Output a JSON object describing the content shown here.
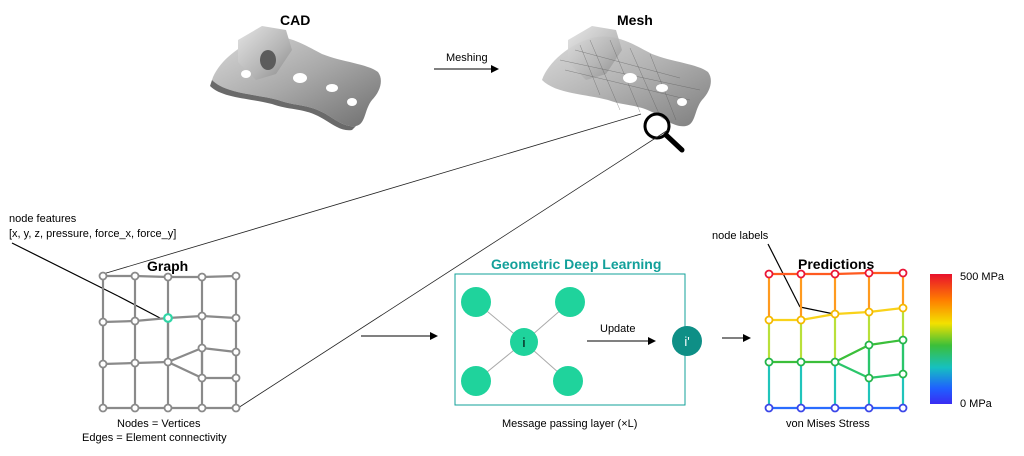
{
  "labels": {
    "cad": "CAD",
    "mesh": "Mesh",
    "meshing": "Meshing",
    "node_features_title": "node features",
    "node_features_list": "[x, y, z, pressure, force_x, force_y]",
    "graph": "Graph",
    "nodes_eq": "Nodes = Vertices",
    "edges_eq": "Edges = Element connectivity",
    "gdl_title": "Geometric Deep Learning",
    "node_i": "i",
    "update": "Update",
    "node_i_prime": "i'",
    "message_passing": "Message passing layer (×L)",
    "node_labels": "node labels",
    "predictions": "Predictions",
    "von_mises": "von Mises Stress",
    "scale_max": "500 MPa",
    "scale_min": "0 MPa"
  },
  "colors": {
    "graph_gray": "#8a8a8a",
    "highlight_node": "#2fd6a6",
    "gdl_teal": "#12a09a",
    "gdl_node": "#1fd39c",
    "gdl_node_dark": "#0e8f86",
    "scale": [
      "#e8112d",
      "#ff7d00",
      "#f3e100",
      "#3bbf3a",
      "#16c0c0",
      "#1f60ff",
      "#3a2cf2"
    ]
  },
  "icons": [
    "magnifier-icon",
    "cad-part-icon",
    "mesh-part-icon"
  ]
}
